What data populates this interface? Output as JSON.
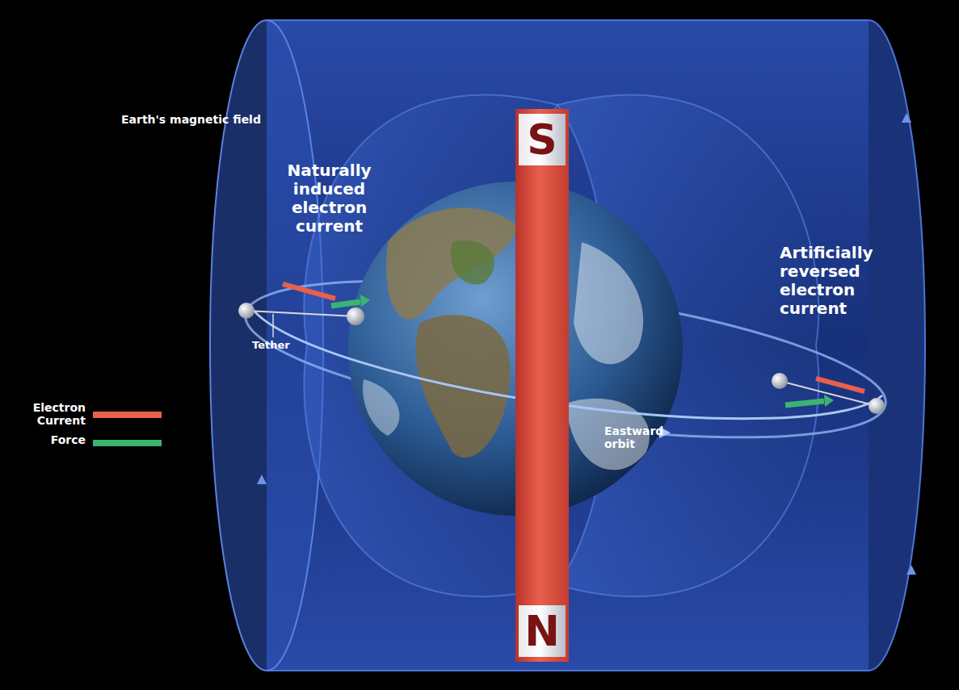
{
  "diagram": {
    "nodes": [
      {
        "text": [
          "S",
          "N"
        ]
      }
    ],
    "labels": [
      "Earth's magnetic field",
      "Naturally induced electron current",
      "Tether",
      "Artificially reversed electron current",
      "Eastward orbit"
    ],
    "legend": [
      {
        "text": "Electron Current",
        "color": "#e8604c"
      },
      {
        "text": "Force",
        "color": "#3cb371"
      }
    ]
  }
}
